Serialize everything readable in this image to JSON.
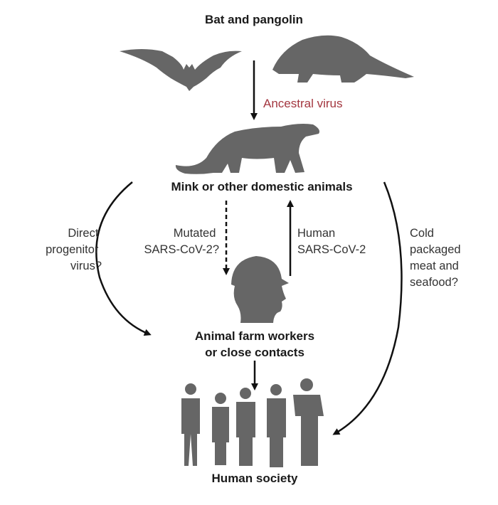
{
  "nodes": {
    "bat_pangolin": "Bat and pangolin",
    "mink": "Mink or other domestic animals",
    "workers_line1": "Animal farm workers",
    "workers_line2": "or close contacts",
    "society": "Human society"
  },
  "edges": {
    "ancestral": "Ancestral virus",
    "mutated": [
      "Mutated",
      "SARS-CoV-2?"
    ],
    "human": [
      "Human",
      "SARS-CoV-2"
    ],
    "direct": [
      "Direct",
      "progenitor",
      "virus?"
    ],
    "cold": [
      "Cold",
      "packaged",
      "meat and",
      "seafood?"
    ]
  },
  "colors": {
    "accent": "#a3363f",
    "silhouette": "#666666"
  }
}
